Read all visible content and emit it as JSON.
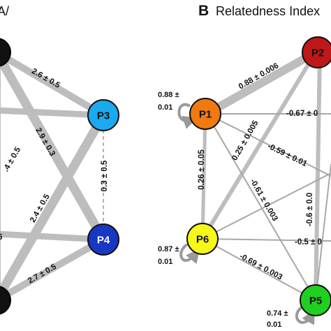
{
  "panel_a": {
    "title_fragment": "A/",
    "nodes": [
      {
        "id": "P3",
        "label": "P3",
        "color": "#1aaaf0"
      },
      {
        "id": "P4",
        "label": "P4",
        "color": "#1838c4"
      }
    ],
    "edge_labels": [
      "2.6 ± 0.5",
      "2.9 ± 0.3",
      ".4 ± 0.5",
      "0.3 ± 0.5",
      "2.4 ± 0.5",
      "2.7 ± 0.5",
      "6"
    ]
  },
  "panel_b": {
    "letter": "B",
    "title": "Relatedness Index",
    "nodes": [
      {
        "id": "P1",
        "label": "P1",
        "color": "#f07a0f"
      },
      {
        "id": "P2",
        "label": "P2",
        "color": "#c01818"
      },
      {
        "id": "P5",
        "label": "P5",
        "color": "#20d020"
      },
      {
        "id": "P6",
        "label": "P6",
        "color": "#f8f818"
      }
    ],
    "edge_labels": {
      "p1_p2": "0.88 ± 0.006",
      "p1_p6": "0.26 ± 0.05",
      "p2_p6": "0.25 ± 0.005",
      "p1_p5": "-0.61 ± 0.003",
      "p6_p5": "-0.69 ± 0.003",
      "p1_right": "-0.67 ± 0",
      "p6_right": "-0.59 ± 0.01",
      "p2_p5": "-0.6 ± 0.0",
      "p5_right": "-0.5 ± 0"
    },
    "self_labels": {
      "p1_line1": "0.88 ±",
      "p1_line2": "0.01",
      "p6_line1": "0.87 ±",
      "p6_line2": "0.01",
      "p5_line1": "0.74 ±",
      "p5_line2": "0.01"
    }
  }
}
